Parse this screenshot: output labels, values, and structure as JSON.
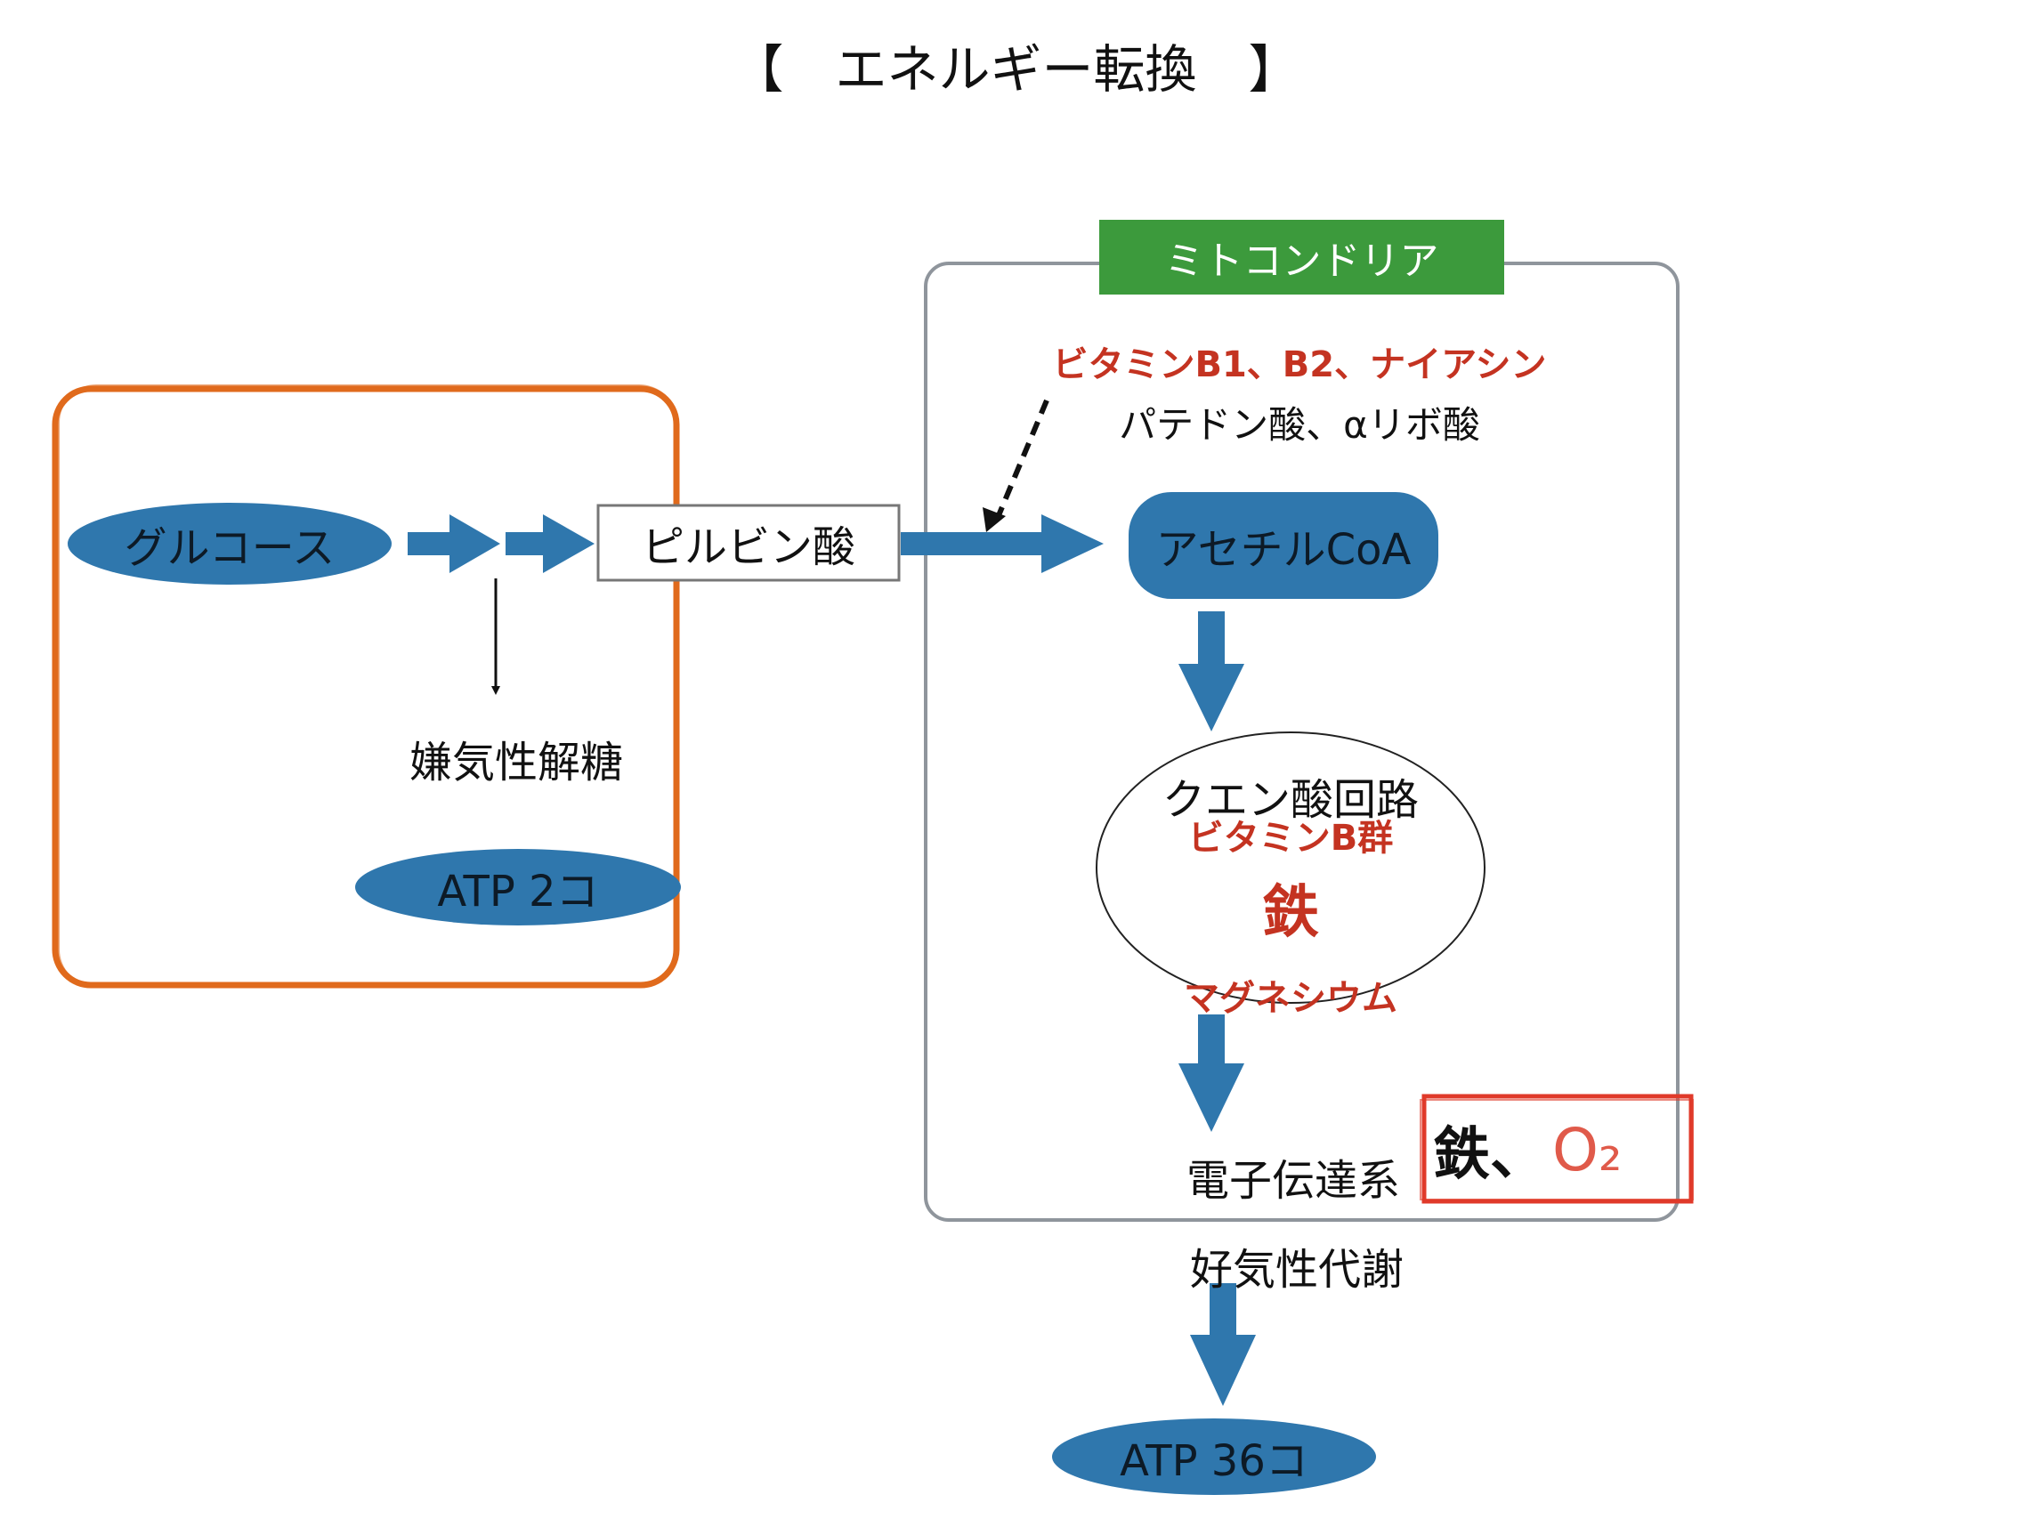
{
  "title": "【　エネルギー転換　】",
  "nodes": {
    "glucose": "グルコース",
    "pyruvate": "ピルビン酸",
    "acetyl_coa": "アセチルCoA",
    "anaerobic": "嫌気性解糖",
    "atp_small": "ATP 2コ",
    "mitochondria": "ミトコンドリア",
    "citric_cycle": "クエン酸回路",
    "electron_chain": "電子伝達系",
    "aerobic": "好気性代謝",
    "atp_large": "ATP 36コ"
  },
  "cofactors": {
    "pdh_red": "ビタミンB1、B2、ナイアシン",
    "pdh_black": "パテドン酸、αリボ酸",
    "cycle_vitamin": "ビタミンB群",
    "cycle_iron": "鉄",
    "cycle_magnesium": "マグネシウム",
    "etc_iron": "鉄、",
    "etc_oxygen": "O₂"
  },
  "colors": {
    "arrow_blue": "#2f77ad",
    "mito_green": "#3c9a3c",
    "highlight_orange": "#e06a1c",
    "highlight_red": "#e03a2a",
    "cofactor_red": "#c43321",
    "oxygen_red": "#e05a4a"
  }
}
